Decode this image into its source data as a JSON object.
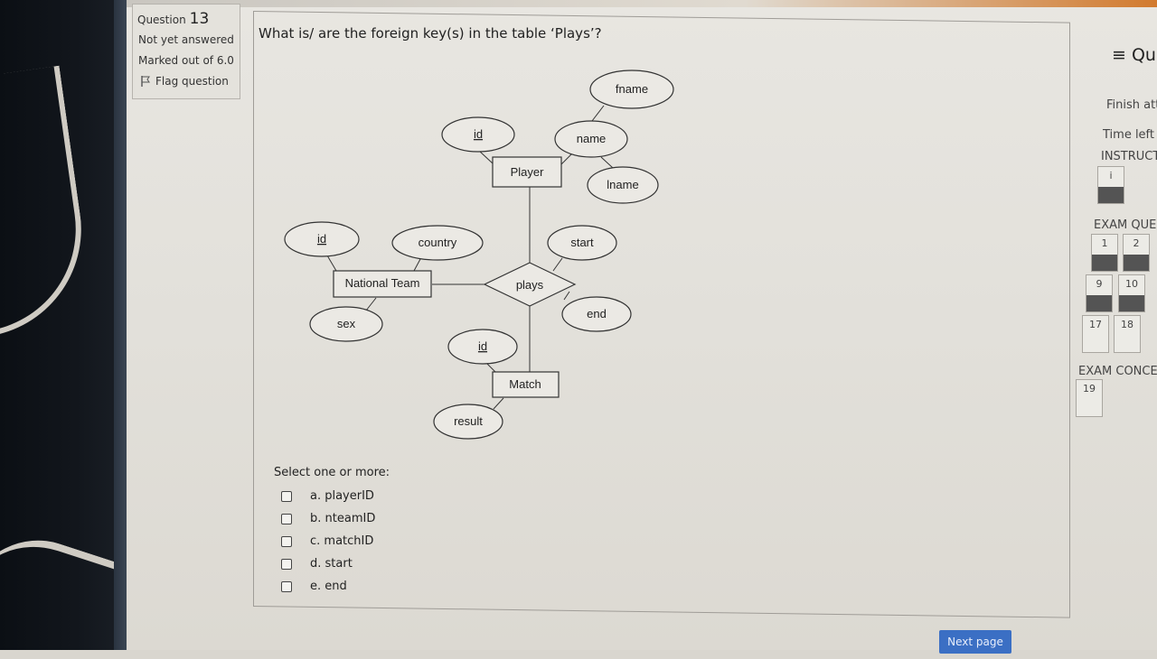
{
  "question": {
    "label": "Question",
    "number": "13",
    "status": "Not yet answered",
    "marks": "Marked out of 6.0",
    "flag_label": "Flag question",
    "text": "What is/ are the foreign key(s) in the table ‘Plays’?"
  },
  "diagram": {
    "entities": [
      "Player",
      "National Team",
      "Match"
    ],
    "relationship": "plays",
    "attributes": [
      "fname",
      "id",
      "name",
      "lname",
      "id",
      "country",
      "start",
      "sex",
      "end",
      "id",
      "result"
    ]
  },
  "answers": {
    "prompt": "Select one or more:",
    "options": [
      "a. playerID",
      "b. nteamID",
      "c. matchID",
      "d. start",
      "e. end"
    ]
  },
  "next_button": "Next page",
  "quiz_nav": {
    "title": "≡ Qui",
    "finish": "Finish att",
    "time_left": "Time left (",
    "instructions": "INSTRUCT",
    "instructions_btn": "i",
    "exam_questions": "EXAM QUE",
    "exam_concepts": "EXAM CONCE",
    "buttons_row1": [
      "1",
      "2"
    ],
    "buttons_row2": [
      "9",
      "10"
    ],
    "buttons_row3": [
      "17",
      "18"
    ],
    "buttons_row4": [
      "19"
    ]
  }
}
